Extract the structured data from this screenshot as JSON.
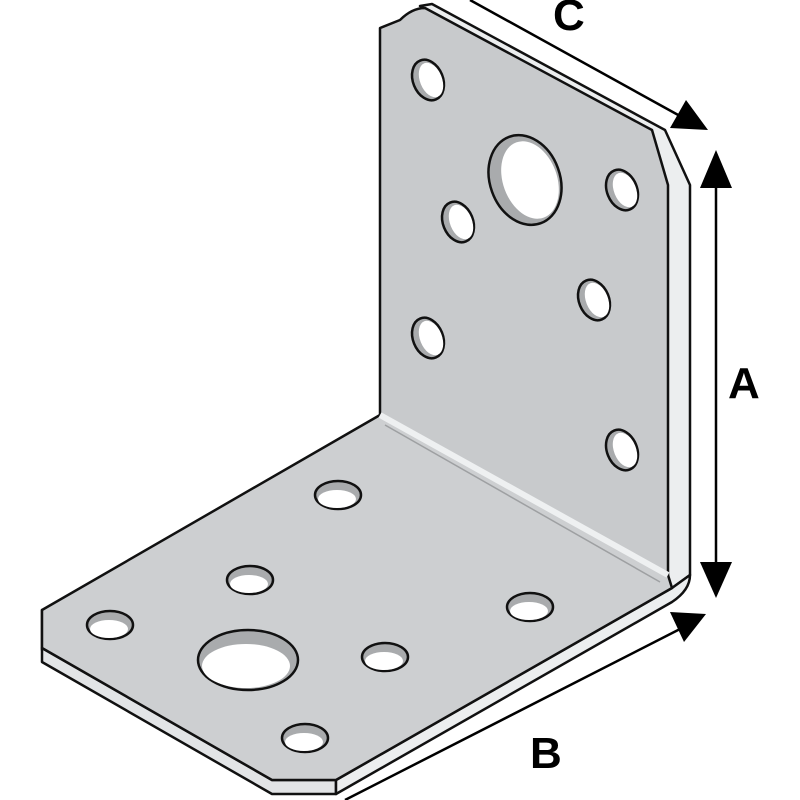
{
  "diagram": {
    "dimensions": {
      "a": "A",
      "b": "B",
      "c": "C"
    },
    "colors": {
      "face": "#c8cacc",
      "face_light": "#d6d8da",
      "edge": "#eceeef",
      "edge_dark": "#b4b6b8",
      "outline": "#111111",
      "hole": "#ffffff",
      "hole_inner": "#a9abad",
      "arrow": "#000000"
    }
  }
}
